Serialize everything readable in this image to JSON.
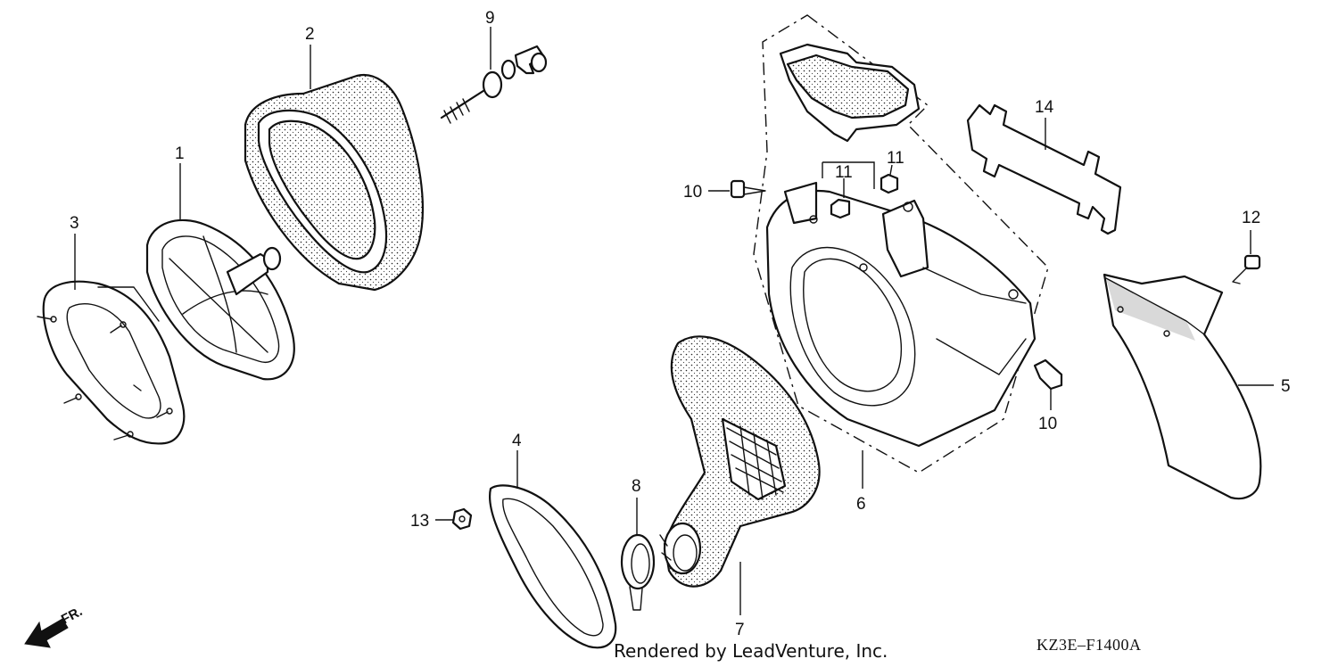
{
  "diagram": {
    "callouts": [
      {
        "id": "1",
        "label": "1"
      },
      {
        "id": "2",
        "label": "2"
      },
      {
        "id": "3",
        "label": "3"
      },
      {
        "id": "4",
        "label": "4"
      },
      {
        "id": "5",
        "label": "5"
      },
      {
        "id": "6",
        "label": "6"
      },
      {
        "id": "7",
        "label": "7"
      },
      {
        "id": "8",
        "label": "8"
      },
      {
        "id": "9",
        "label": "9"
      },
      {
        "id": "10a",
        "label": "10"
      },
      {
        "id": "10b",
        "label": "10"
      },
      {
        "id": "11a",
        "label": "11"
      },
      {
        "id": "11b",
        "label": "11"
      },
      {
        "id": "12",
        "label": "12"
      },
      {
        "id": "13",
        "label": "13"
      },
      {
        "id": "14",
        "label": "14"
      }
    ],
    "front_marker": "FR.",
    "diagram_code": "KZ3E–F1400A",
    "credit": "Rendered by LeadVenture, Inc."
  }
}
